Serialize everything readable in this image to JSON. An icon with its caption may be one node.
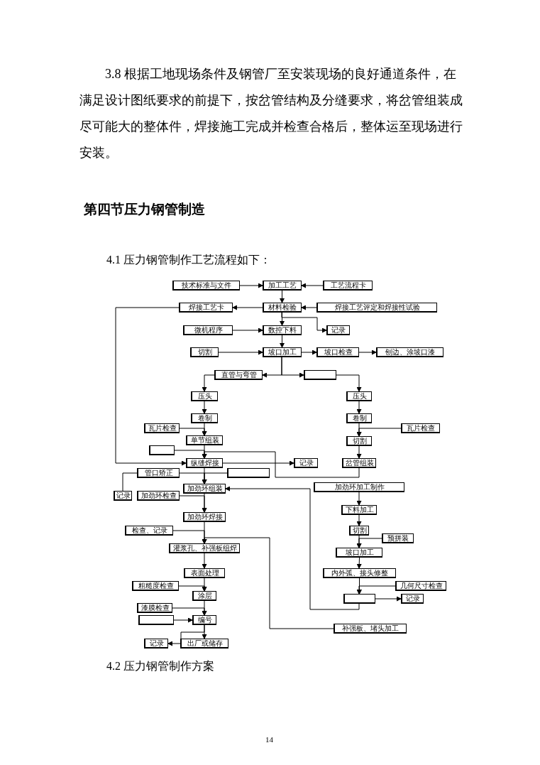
{
  "diagram": {
    "title": "第四节压力钢管制造",
    "nodes": [
      {
        "text": [
          "技术标准与文件"
        ]
      },
      {
        "text": [
          "加工工艺"
        ]
      },
      {
        "text": [
          "工艺流程卡"
        ]
      },
      {
        "text": [
          "焊接工艺卡"
        ]
      },
      {
        "text": [
          "材料检验"
        ]
      },
      {
        "text": [
          "焊接工艺评定和焊接性试验"
        ]
      },
      {
        "text": [
          "微机程序"
        ]
      },
      {
        "text": [
          "数控下料"
        ]
      },
      {
        "text": [
          "记录"
        ]
      },
      {
        "text": [
          "切割"
        ]
      },
      {
        "text": [
          "坡口加工"
        ]
      },
      {
        "text": [
          "坡口检查"
        ]
      },
      {
        "text": [
          "刨边、涂坡口漆"
        ]
      },
      {
        "text": [
          "直管与弯管"
        ]
      },
      {
        "text": [],
        "shape": "box"
      },
      {
        "text": [
          "压头"
        ]
      },
      {
        "text": [
          "压头"
        ]
      },
      {
        "text": [
          "卷制"
        ]
      },
      {
        "text": [
          "卷制"
        ]
      },
      {
        "text": [
          "瓦片检查"
        ]
      },
      {
        "text": [
          "瓦片检查"
        ]
      },
      {
        "text": [
          "单节组装"
        ]
      },
      {
        "text": [
          "切割"
        ]
      },
      {
        "text": [],
        "shape": "box"
      },
      {
        "text": [
          "纵缝焊接"
        ]
      },
      {
        "text": [
          "记录"
        ]
      },
      {
        "text": [
          "岔管组装"
        ]
      },
      {
        "text": [
          "管口矫正"
        ]
      },
      {
        "text": [],
        "shape": "box"
      },
      {
        "text": [
          "加劲环组装"
        ]
      },
      {
        "text": [
          "记录"
        ]
      },
      {
        "text": [
          "加劲环检查"
        ]
      },
      {
        "text": [
          "加劲环加工制作"
        ]
      },
      {
        "text": [
          "加劲环焊接"
        ]
      },
      {
        "text": [
          "下料加工"
        ]
      },
      {
        "text": [
          "检查、记录"
        ]
      },
      {
        "text": [
          "切割"
        ]
      },
      {
        "text": [
          "预拼装"
        ]
      },
      {
        "text": [
          "灌浆孔、补强板组焊"
        ]
      },
      {
        "text": [
          "坡口加工"
        ]
      },
      {
        "text": [
          "表面处理"
        ]
      },
      {
        "text": [
          "内外弧、接头修整"
        ]
      },
      {
        "text": [
          "粗糙度检查"
        ]
      },
      {
        "text": [
          "几何尺寸检查"
        ]
      },
      {
        "text": [
          "涂层"
        ]
      },
      {
        "text": [
          "记录"
        ]
      },
      {
        "text": [],
        "shape": "box"
      },
      {
        "text": [
          "漆膜检查"
        ]
      },
      {
        "text": [],
        "shape": "box"
      },
      {
        "text": [
          "编号"
        ]
      },
      {
        "text": [
          "补强板、堵头加工"
        ]
      },
      {
        "text": [
          "记录"
        ]
      },
      {
        "text": [
          "出厂或储存"
        ]
      }
    ],
    "edges": [
      {
        "from": 0,
        "to": 1,
        "arrow": "to"
      },
      {
        "from": 2,
        "to": 1,
        "arrow": "to"
      },
      {
        "from": 1,
        "to": 4,
        "arrow": "to"
      },
      {
        "from": 4,
        "to": 3,
        "arrow": "to"
      },
      {
        "from": 5,
        "to": 4,
        "arrow": "to"
      },
      {
        "from": 4,
        "to": 7,
        "arrow": "to"
      },
      {
        "from": 4,
        "to": 8,
        "arrow": "to"
      },
      {
        "from": 6,
        "to": 7,
        "arrow": "to"
      },
      {
        "from": 7,
        "to": 10,
        "arrow": "to"
      },
      {
        "from": 9,
        "to": 10,
        "arrow": "to"
      },
      {
        "from": 10,
        "to": 11,
        "arrow": "to"
      },
      {
        "from": 11,
        "to": 12,
        "arrow": "to"
      },
      {
        "from": 10,
        "to": 13,
        "arrow": "to"
      },
      {
        "from": 10,
        "to": 14,
        "arrow": "to"
      },
      {
        "from": 13,
        "to": 15,
        "arrow": "to"
      },
      {
        "from": 14,
        "to": 16,
        "arrow": "to"
      },
      {
        "from": 15,
        "to": 17,
        "arrow": "to"
      },
      {
        "from": 17,
        "to": 21,
        "arrow": "to"
      },
      {
        "from": 19,
        "to": 21,
        "arrow": "to"
      },
      {
        "from": 16,
        "to": 18,
        "arrow": "to"
      },
      {
        "from": 18,
        "to": 22,
        "arrow": "to"
      },
      {
        "from": 20,
        "to": 22,
        "arrow": "to"
      },
      {
        "from": 21,
        "to": 24,
        "arrow": "to"
      },
      {
        "from": 23,
        "to": 24,
        "arrow": "to"
      },
      {
        "from": 26,
        "to": 24,
        "arrow": "to"
      },
      {
        "from": 22,
        "to": 26,
        "arrow": "to"
      },
      {
        "from": 3,
        "to": 24,
        "arrow": "to"
      },
      {
        "from": 24,
        "to": 25,
        "arrow": "to"
      },
      {
        "from": 24,
        "to": 29,
        "arrow": "to"
      },
      {
        "from": 27,
        "to": 29,
        "arrow": "to"
      },
      {
        "from": 28,
        "to": 29,
        "arrow": "to"
      },
      {
        "from": 27,
        "to": 30,
        "arrow": "none"
      },
      {
        "from": 31,
        "to": 33,
        "arrow": "to"
      },
      {
        "from": 29,
        "to": 33,
        "arrow": "to"
      },
      {
        "from": 46,
        "to": 29,
        "arrow": "to"
      },
      {
        "from": 32,
        "to": 34,
        "arrow": "to"
      },
      {
        "from": 34,
        "to": 36,
        "arrow": "to"
      },
      {
        "from": 36,
        "to": 39,
        "arrow": "to"
      },
      {
        "from": 37,
        "to": 39,
        "arrow": "to"
      },
      {
        "from": 39,
        "to": 41,
        "arrow": "to"
      },
      {
        "from": 41,
        "to": 46,
        "arrow": "to"
      },
      {
        "from": 43,
        "to": 46,
        "arrow": "to"
      },
      {
        "from": 46,
        "to": 45,
        "arrow": "to"
      },
      {
        "from": 33,
        "to": 38,
        "arrow": "to"
      },
      {
        "from": 35,
        "to": 38,
        "arrow": "to"
      },
      {
        "from": 50,
        "to": 38,
        "arrow": "to"
      },
      {
        "from": 38,
        "to": 40,
        "arrow": "to"
      },
      {
        "from": 40,
        "to": 44,
        "arrow": "to"
      },
      {
        "from": 42,
        "to": 44,
        "arrow": "to"
      },
      {
        "from": 44,
        "to": 49,
        "arrow": "to"
      },
      {
        "from": 47,
        "to": 49,
        "arrow": "to"
      },
      {
        "from": 48,
        "to": 49,
        "arrow": "to"
      },
      {
        "from": 49,
        "to": 52,
        "arrow": "to"
      },
      {
        "from": 49,
        "to": 51,
        "arrow": "to"
      }
    ],
    "labels": [
      "3.8 根据工地现场条件及钢管厂至安装现场的良好通道条件，在满足设计图纸要求的前提下，按岔管结构及分缝要求，将岔管组装成尽可能大的整体件，焊接施工完成并检查合格后，整体运至现场进行安装。",
      "4.1 压力钢管制作工艺流程如下：",
      "4.2 压力钢管制作方案",
      "14"
    ]
  }
}
